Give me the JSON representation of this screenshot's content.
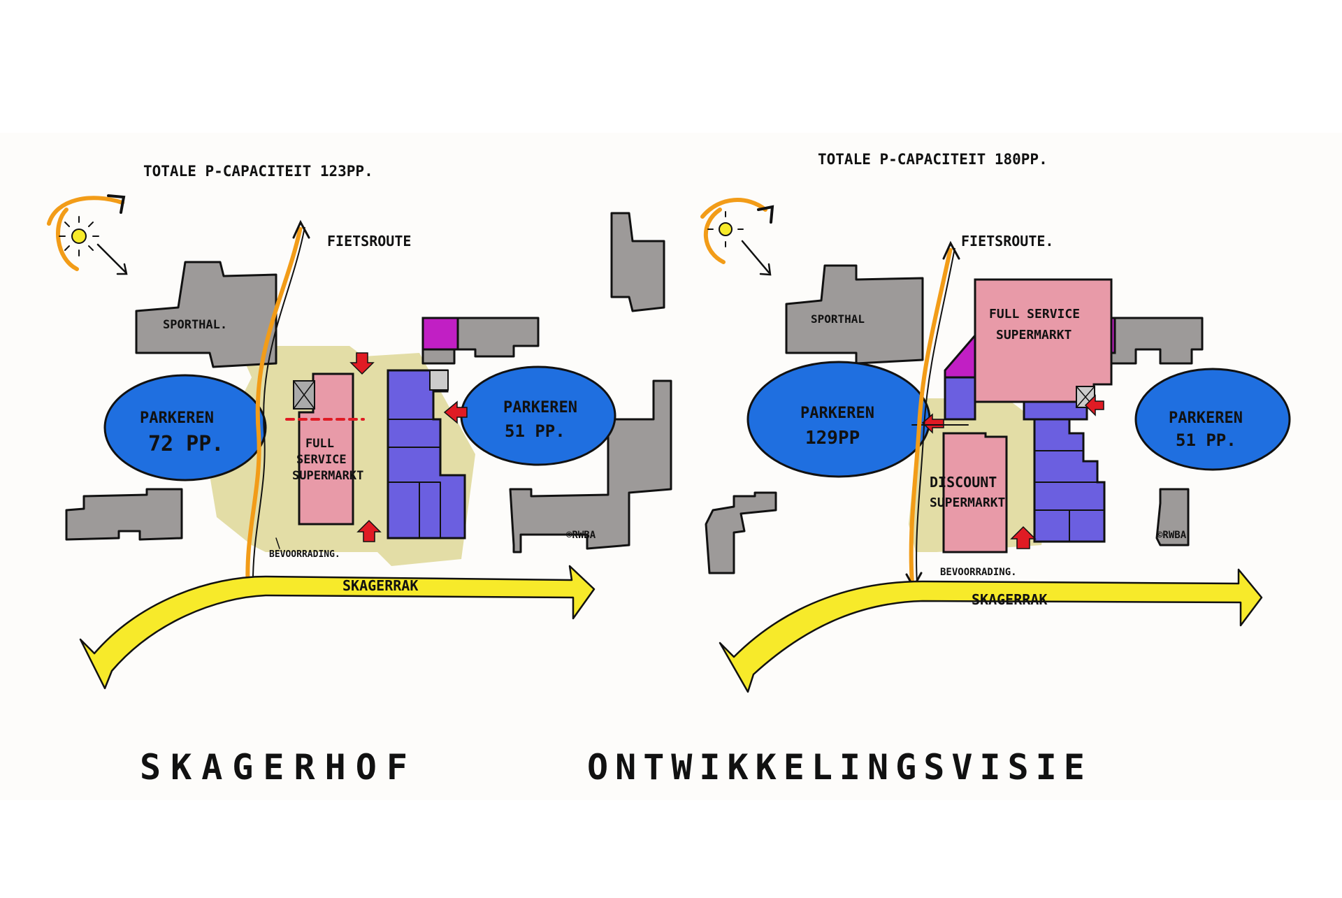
{
  "left_plan": {
    "capacity": "TOTALE P-CAPACITEIT 123PP.",
    "cycle_route": "FIETSROUTE",
    "sports_hall": "SPORTHAL.",
    "parking_west": "PARKEREN",
    "parking_west_count": "72 PP.",
    "parking_east": "PARKEREN",
    "parking_east_count": "51 PP.",
    "supermarket_line1": "FULL",
    "supermarket_line2": "SERVICE",
    "supermarket_line3": "SUPERMARKT",
    "supply": "BEVOORRADING.",
    "road": "SKAGERRAK",
    "signature": "©RWBA"
  },
  "right_plan": {
    "capacity": "TOTALE P-CAPACITEIT 180PP.",
    "cycle_route": "FIETSROUTE.",
    "sports_hall": "SPORTHAL",
    "parking_west": "PARKEREN",
    "parking_west_count": "129PP",
    "parking_east": "PARKEREN",
    "parking_east_count": "51 PP.",
    "supermarket_line1": "FULL SERVICE",
    "supermarket_line2": "SUPERMARKT",
    "discount_line1": "DISCOUNT",
    "discount_line2": "SUPERMARKT",
    "supply": "BEVOORRADING.",
    "road": "SKAGERRAK",
    "signature": "©RWBA"
  },
  "title_left": "SKAGERHOF",
  "title_right": "ONTWIKKELINGSVISIE",
  "icons": [
    "sun-icon",
    "north-arrow-icon",
    "red-entrance-arrow-icon"
  ],
  "colors": {
    "buildings": "#9d9a99",
    "parking": "#1f6fe0",
    "supermarket": "#e89aa8",
    "housing": "#6b5fe0",
    "special": "#c11fc4",
    "square": "#d9d38a",
    "road": "#f7ea2a",
    "cycle_route": "#f29c18",
    "entrance_arrows": "#e01b24"
  }
}
